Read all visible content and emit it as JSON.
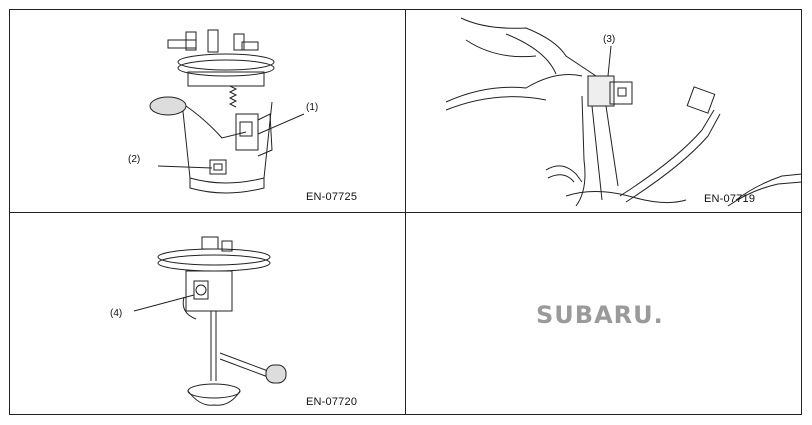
{
  "panels": {
    "top_left": {
      "code": "EN-07725",
      "callouts": [
        "(1)",
        "(2)"
      ]
    },
    "top_right": {
      "code": "EN-07719",
      "callouts": [
        "(3)"
      ]
    },
    "bottom_left": {
      "code": "EN-07720",
      "callouts": [
        "(4)"
      ]
    },
    "bottom_right": {
      "logo_text": "SUBARU."
    }
  },
  "icons": [
    "fuel-pump-assembly-illustration",
    "fuel-tank-connector-illustration",
    "fuel-level-sensor-illustration",
    "subaru-logo"
  ]
}
